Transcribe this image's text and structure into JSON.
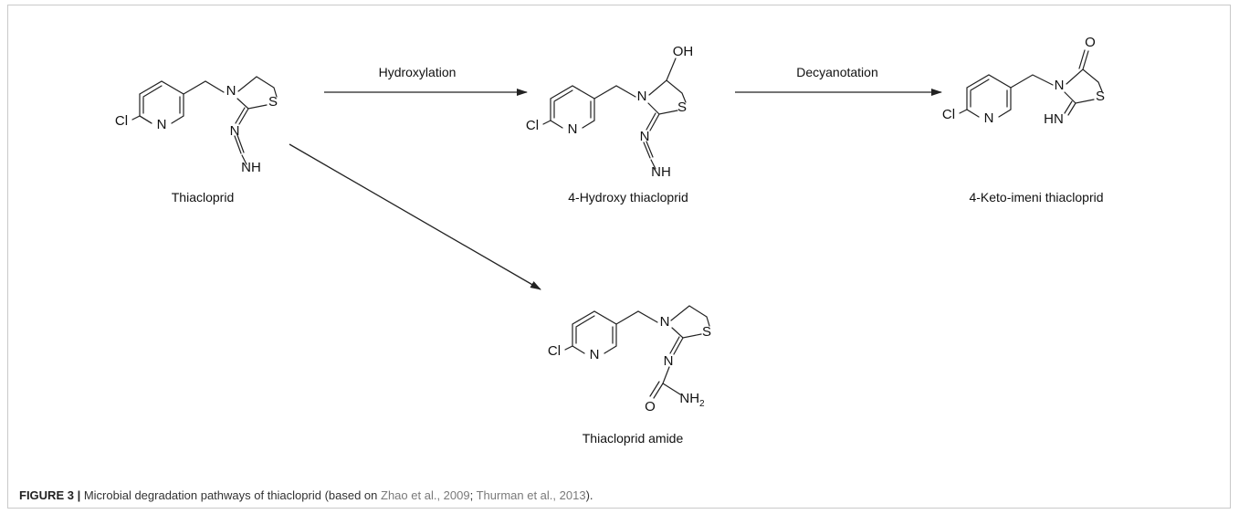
{
  "reactions": {
    "hydroxylation": "Hydroxylation",
    "decyanotation": "Decyanotation"
  },
  "compounds": {
    "thiacloprid": "Thiacloprid",
    "hydroxy": "4-Hydroxy thiacloprid",
    "keto": "4-Keto-imeni thiacloprid",
    "amide": "Thiacloprid amide"
  },
  "atoms": {
    "cl": "Cl",
    "n": "N",
    "s": "S",
    "nh": "NH",
    "oh": "OH",
    "o": "O",
    "hn": "HN",
    "nh2": "NH",
    "nh2_sub": "2"
  },
  "caption": {
    "label": "FIGURE 3 |",
    "text": " Microbial degradation pathways of thiacloprid (based on ",
    "ref1": "Zhao et al., 2009",
    "sep": "; ",
    "ref2": "Thurman et al., 2013",
    "end": ")."
  }
}
